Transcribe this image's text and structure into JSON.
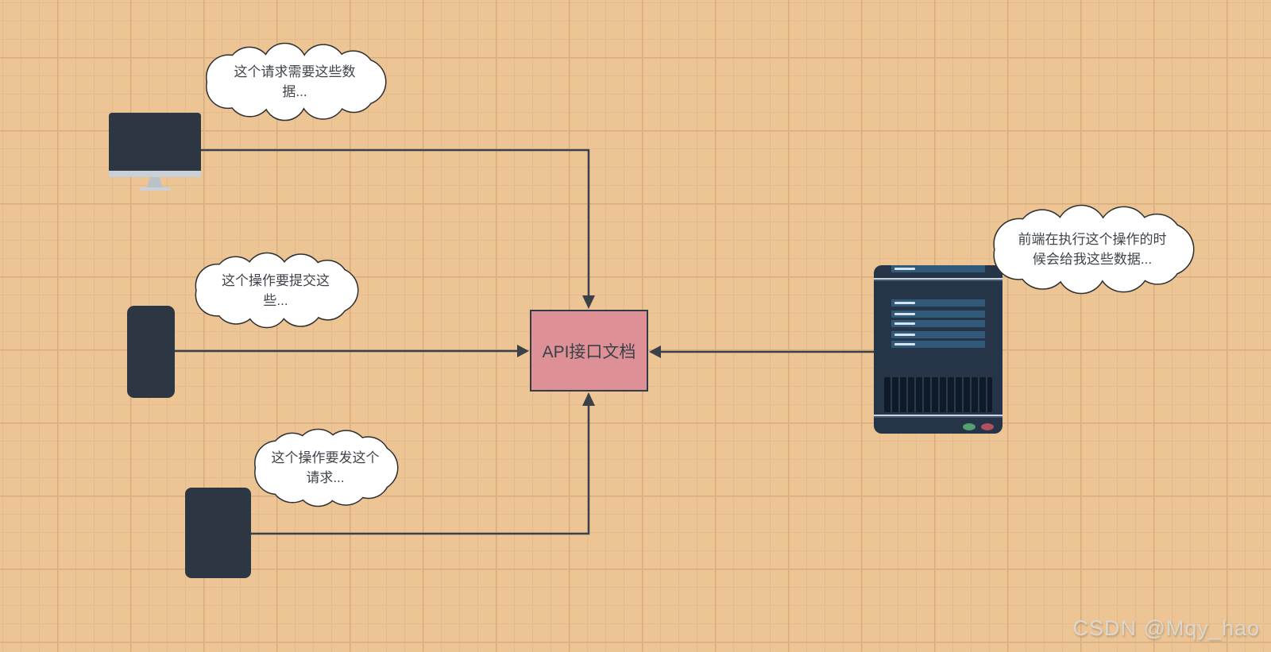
{
  "diagram": {
    "api_box": {
      "label": "API接口文档"
    },
    "devices": [
      {
        "id": "monitor",
        "type": "desktop-computer"
      },
      {
        "id": "phone",
        "type": "smartphone"
      },
      {
        "id": "tablet",
        "type": "tablet"
      },
      {
        "id": "server",
        "type": "server"
      }
    ],
    "callouts": {
      "monitor": {
        "line1": "这个请求需要这些数",
        "line2": "据..."
      },
      "phone": {
        "line1": "这个操作要提交这",
        "line2": "些..."
      },
      "tablet": {
        "line1": "这个操作要发这个",
        "line2": "请求..."
      },
      "server": {
        "line1": "前端在执行这个操作的时",
        "line2": "候会给我这些数据..."
      }
    }
  },
  "watermark": {
    "text": "CSDN @Mqy_hao"
  },
  "colors": {
    "background": "#edc594",
    "grid_minor": "#e3bb8e",
    "grid_major": "#d8ac7e",
    "connector": "#3a4149",
    "cloud_outline": "#303030",
    "cloud_fill": "#ffffff",
    "api_box_fill": "#dd9196",
    "api_box_border": "#333b48",
    "device_dark": "#2d3743",
    "server_body": "#253447",
    "server_bar": "#30597a",
    "server_bar_dash": "#d5e4ee",
    "server_vent": "#0e1a28",
    "led_green": "#55a06e",
    "led_red": "#b05160",
    "watermark": "#dbd7cf"
  }
}
